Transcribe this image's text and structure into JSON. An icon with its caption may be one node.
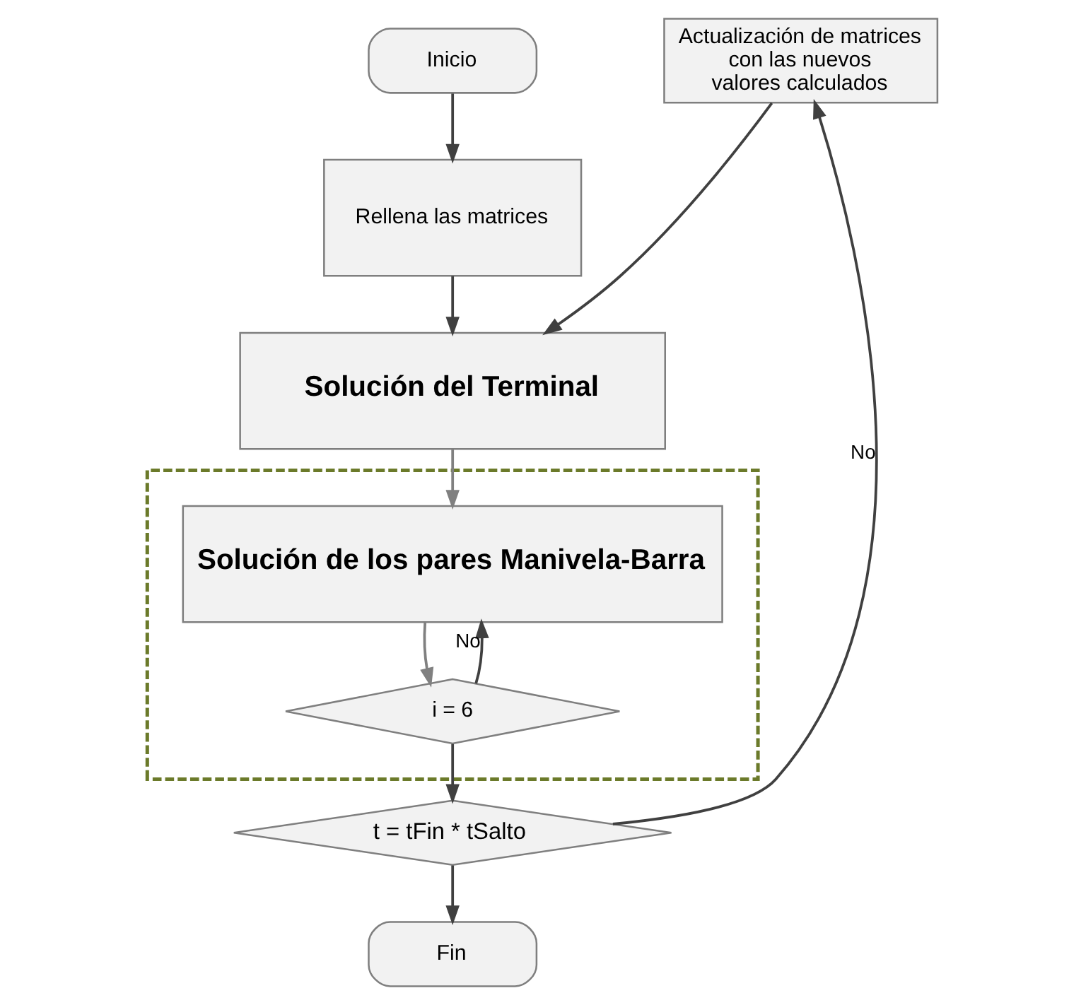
{
  "diagram": {
    "nodes": [
      {
        "text": [
          "Inicio"
        ]
      },
      {
        "text": [
          "Rellena las matrices"
        ]
      },
      {
        "text": [
          "Solución del Terminal"
        ]
      },
      {
        "text": [],
        "shape": "box"
      },
      {
        "text": [
          "Solución de los pares Manivela-Barra"
        ],
        "in": 3
      },
      {
        "text": [
          "i = 6"
        ],
        "in": 3
      },
      {
        "text": [
          "t = tFin * tSalto"
        ]
      },
      {
        "text": [
          "Actualización de matrices con las nuevos valores calculados"
        ]
      },
      {
        "text": [
          "Fin"
        ]
      }
    ],
    "edges": [
      {
        "from": 0,
        "to": 1,
        "arrow": "to"
      },
      {
        "from": 1,
        "to": 2,
        "arrow": "to"
      },
      {
        "from": 2,
        "to": 4,
        "arrow": "to",
        "color": "#808080"
      },
      {
        "from": 4,
        "to": 5,
        "arrow": "to",
        "color": "#808080"
      },
      {
        "from": 5,
        "to": 4,
        "arrow": "to",
        "label": "No"
      },
      {
        "from": 5,
        "to": 6,
        "arrow": "to"
      },
      {
        "from": 6,
        "to": 7,
        "arrow": "to",
        "label": "No"
      },
      {
        "from": 7,
        "to": 2,
        "arrow": "to"
      },
      {
        "from": 6,
        "to": 8,
        "arrow": "to"
      }
    ]
  }
}
